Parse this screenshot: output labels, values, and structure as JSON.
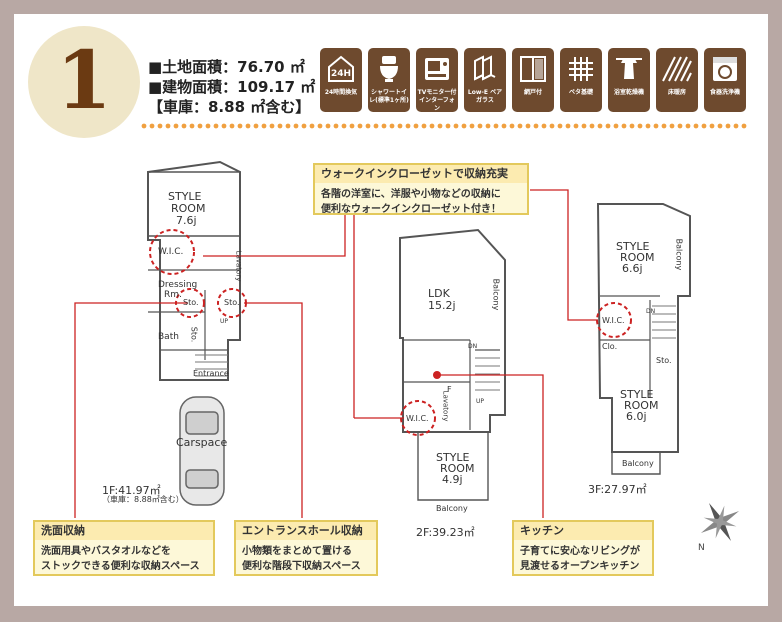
{
  "header": {
    "number": "1",
    "land_area": "■土地面積：76.70 ㎡",
    "building_area": "■建物面積：109.17 ㎡",
    "garage_note": "【車庫：8.88 ㎡含む】"
  },
  "features": [
    {
      "icon": "ventilation-24h-icon",
      "label": "24時間換気"
    },
    {
      "icon": "shower-toilet-icon",
      "label": "シャワートイレ(標準1ヶ所)"
    },
    {
      "icon": "tv-monitor-intercom-icon",
      "label": "TVモニター付インターフォン"
    },
    {
      "icon": "low-e-glass-icon",
      "label": "Low-E ペアガラス"
    },
    {
      "icon": "screen-door-icon",
      "label": "網戸付"
    },
    {
      "icon": "mat-foundation-icon",
      "label": "ベタ基礎"
    },
    {
      "icon": "bathroom-dryer-icon",
      "label": "浴室乾燥機"
    },
    {
      "icon": "floor-heating-icon",
      "label": "床暖房"
    },
    {
      "icon": "dishwasher-icon",
      "label": "食器洗浄機"
    }
  ],
  "floors": {
    "f1": {
      "label": "1F:41.97㎡",
      "sublabel": "（車庫：8.88㎡含む）",
      "rooms": {
        "style": "STYLE",
        "room": "ROOM",
        "size": "7.6j",
        "wic": "W.I.C.",
        "dressing": "Dressing",
        "rm": "Rm.",
        "bath": "Bath",
        "lavatory": "Lavatory",
        "sto1": "Sto.",
        "sto2": "Sto.",
        "sto3": "Sto.",
        "entrance": "Entrance",
        "carspace": "Carspace",
        "up": "UP"
      }
    },
    "f2": {
      "label": "2F:39.23㎡",
      "rooms": {
        "ldk": "LDK",
        "ldk_size": "15.2j",
        "balcony_side": "Balcony",
        "balcony_bottom": "Balcony",
        "style": "STYLE",
        "room": "ROOM",
        "size": "4.9j",
        "wic": "W.I.C.",
        "lavatory": "Lavatory",
        "f": "F",
        "dn": "DN",
        "up": "UP"
      }
    },
    "f3": {
      "label": "3F:27.97㎡",
      "rooms": {
        "style1": "STYLE",
        "room1": "ROOM",
        "size1": "6.6j",
        "style2": "STYLE",
        "room2": "ROOM",
        "size2": "6.0j",
        "balcony_side": "Balcony",
        "balcony_bottom": "Balcony",
        "wic": "W.I.C.",
        "clo": "Clo.",
        "sto": "Sto.",
        "dn": "DN"
      }
    }
  },
  "callouts": {
    "wic": {
      "title": "ウォークインクローゼットで収納充実",
      "body1": "各階の洋室に、洋服や小物などの収納に",
      "body2": "便利なウォークインクローゼット付き！"
    },
    "washroom": {
      "title": "洗面収納",
      "body1": "洗面用具やバスタオルなどを",
      "body2": "ストックできる便利な収納スペース"
    },
    "entrance": {
      "title": "エントランスホール収納",
      "body1": "小物類をまとめて置ける",
      "body2": "便利な階段下収納スペース"
    },
    "kitchen": {
      "title": "キッチン",
      "body1": "子育てに安心なリビングが",
      "body2": "見渡せるオープンキッチン"
    }
  },
  "compass": {
    "label": "N"
  },
  "colors": {
    "frame": "#b8a8a4",
    "badge": "#efe6c8",
    "number": "#6b3a12",
    "feature_bg": "#6e4a2e",
    "dots": "#f0a040",
    "callout_border": "#e3c95c",
    "callout_bg": "#fdf8d8",
    "marker": "#cc2222"
  }
}
